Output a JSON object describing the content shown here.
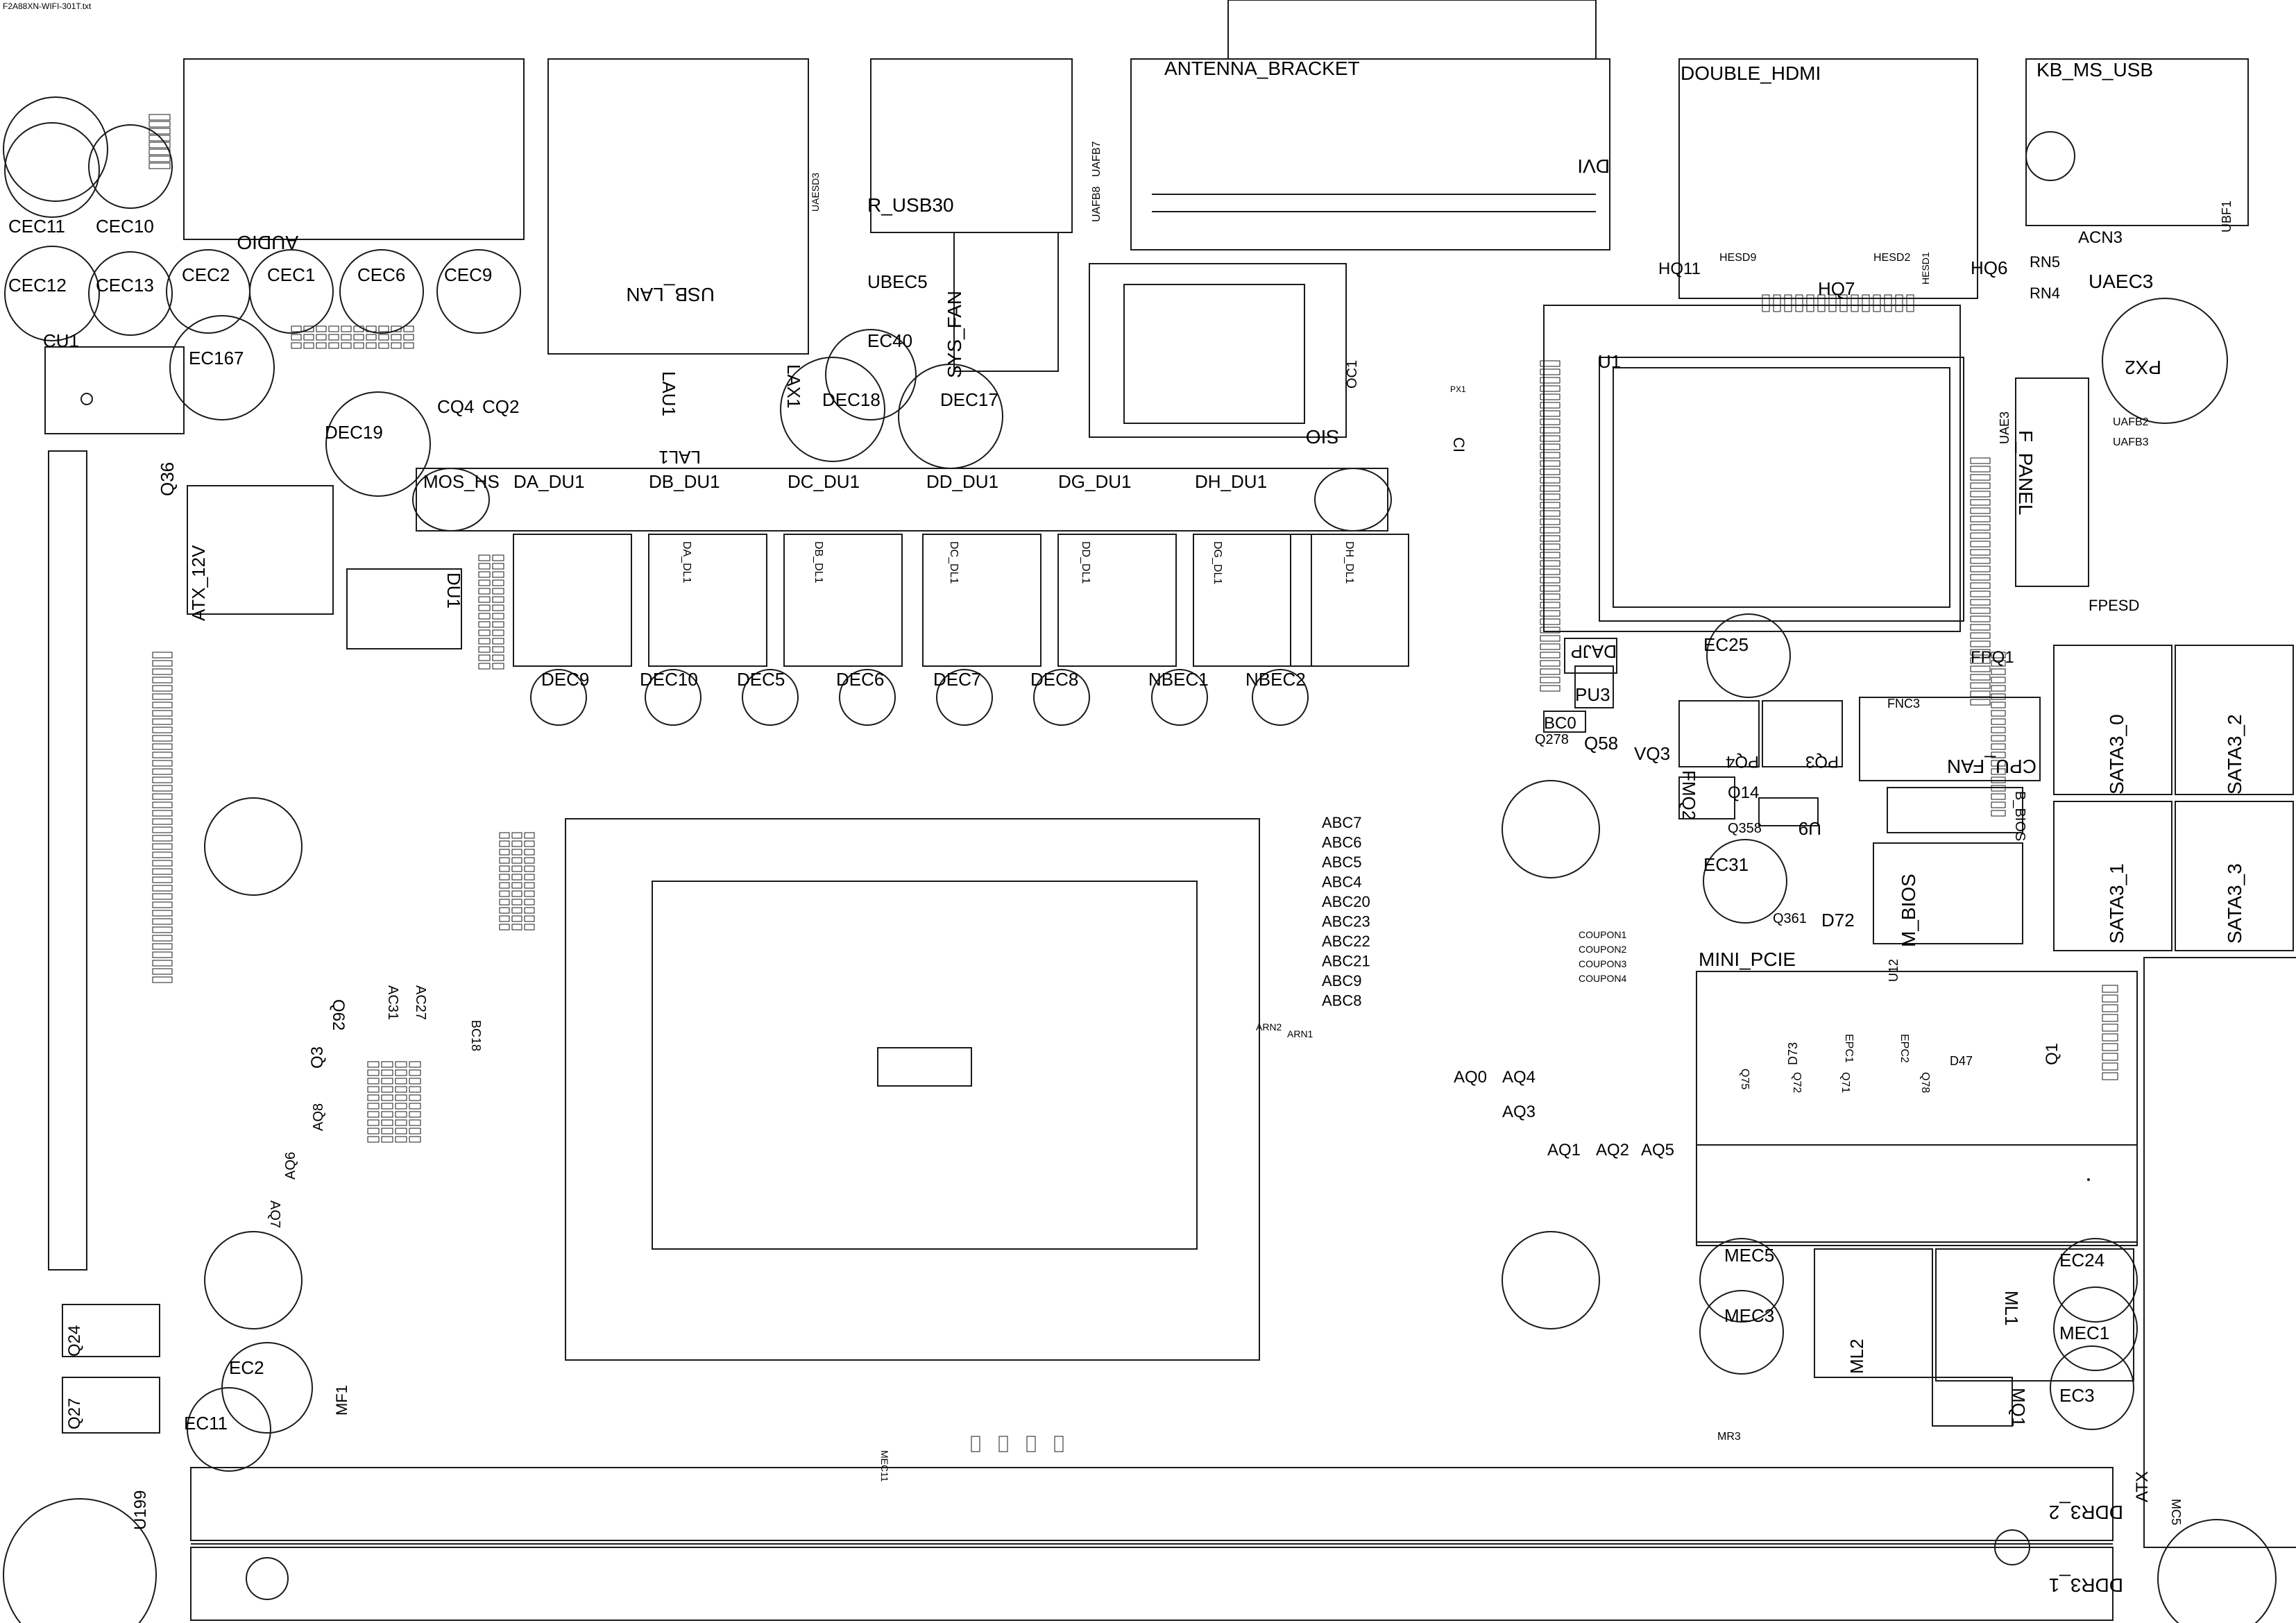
{
  "file_title": "F2A88XN-WIFI-301T.txt",
  "labels": {
    "antenna_bracket": "ANTENNA_BRACKET",
    "double_hdmi": "DOUBLE_HDMI",
    "kb_ms_usb": "KB_MS_USB",
    "audio": "AUDIO",
    "r_usb30": "R_USB30",
    "usb_lan": "USB_LAN",
    "dvi": "DVI",
    "sio": "SIO",
    "u1": "U1",
    "cu1": "CU1",
    "atx_12v": "ATX_12V",
    "du1": "DU1",
    "sys_fan": "SYS_FAN",
    "cpu_fan": "CPU_FAN",
    "f_panel": "F_PANEL",
    "sata3_0": "SATA3_0",
    "sata3_1": "SATA3_1",
    "sata3_2": "SATA3_2",
    "sata3_3": "SATA3_3",
    "mini_pcie": "MINI_PCIE",
    "m_bios": "M_BIOS",
    "b_bios": "B_BIOS",
    "ddr3_1": "DDR3_1",
    "ddr3_2": "DDR3_2",
    "atx": "ATX",
    "ml1": "ML1",
    "ml2": "ML2",
    "mq1": "MQ1",
    "mec1": "MEC1",
    "mec3": "MEC3",
    "mec5": "MEC5",
    "ec24": "EC24",
    "ec3": "EC3",
    "cec11": "CEC11",
    "cec10": "CEC10",
    "cec12": "CEC12",
    "cec13": "CEC13",
    "cec2": "CEC2",
    "cec1": "CEC1",
    "cec6": "CEC6",
    "cec9": "CEC9",
    "ec167": "EC167",
    "dec19": "DEC19",
    "dec18": "DEC18",
    "dec17": "DEC17",
    "ec40": "EC40",
    "ubec5": "UBEC5",
    "lax1": "LAX1",
    "lau1": "LAU1",
    "lal1": "LAL1",
    "cq4": "CQ4",
    "cq2": "CQ2",
    "q36": "Q36",
    "da_du1": "DA_DU1",
    "db_du1": "DB_DU1",
    "dc_du1": "DC_DU1",
    "dd_du1": "DD_DU1",
    "dg_du1": "DG_DU1",
    "dh_du1": "DH_DU1",
    "da_dl1": "DA_DL1",
    "db_dl1": "DB_DL1",
    "dc_dl1": "DC_DL1",
    "dd_dl1": "DD_DL1",
    "dg_dl1": "DG_DL1",
    "dh_dl1": "DH_DL1",
    "dec9": "DEC9",
    "dec10": "DEC10",
    "dec5": "DEC5",
    "dec6": "DEC6",
    "dec7": "DEC7",
    "dec8": "DEC8",
    "nbec1": "NBEC1",
    "nbec2": "NBEC2",
    "mos_hs": "MOS_HS",
    "hq11": "HQ11",
    "hq7": "HQ7",
    "hq6": "HQ6",
    "rn5": "RN5",
    "rn4": "RN4",
    "acn3": "ACN3",
    "uaec3": "UAEC3",
    "px2": "PX2",
    "ubf1": "UBF1",
    "ec25": "EC25",
    "daap": "DAJP",
    "pu3": "PU3",
    "bc0": "BC0",
    "q58": "Q58",
    "q278": "Q278",
    "vq3": "VQ3",
    "pq4": "PQ4",
    "pq3": "PQ3",
    "fnc3": "FNC3",
    "fpq1": "FPQ1",
    "fpesd": "FPESD",
    "q14": "Q14",
    "q358": "Q358",
    "u9": "U9",
    "ec31": "EC31",
    "d72": "D72",
    "q361": "Q361",
    "fmq2": "FMQ2",
    "u12": "U12",
    "q1": "Q1",
    "q62": "Q62",
    "q3": "Q3",
    "aq8": "AQ8",
    "aq6": "AQ6",
    "aq7": "AQ7",
    "ac31": "AC31",
    "ac27": "AC27",
    "bc18": "BC18",
    "aq0": "AQ0",
    "aq4": "AQ4",
    "aq3": "AQ3",
    "aq1": "AQ1",
    "aq2": "AQ2",
    "aq5": "AQ5",
    "q24": "Q24",
    "q27": "Q27",
    "ec2": "EC2",
    "ec11": "EC11",
    "mf1": "MF1",
    "u199": "U199",
    "abc7": "ABC7",
    "abc6": "ABC6",
    "abc5": "ABC5",
    "abc4": "ABC4",
    "abc20": "ABC20",
    "abc23": "ABC23",
    "abc22": "ABC22",
    "abc21": "ABC21",
    "abc9": "ABC9",
    "abc8": "ABC8",
    "coupon1": "COUPON1",
    "coupon2": "COUPON2",
    "coupon3": "COUPON3",
    "coupon4": "COUPON4",
    "uafb8": "UAFB8",
    "uafb7": "UAFB7",
    "uaesd3": "UAESD3",
    "hesd9": "HESD9",
    "hesd2": "HESD2",
    "hesd1": "HESD1",
    "uafb2": "UAFB2",
    "uafb3": "UAFB3",
    "uae3": "UAE3",
    "d47": "D47",
    "d73": "D73",
    "q75": "Q75",
    "q72": "Q72",
    "q71": "Q71",
    "q78": "Q78",
    "epc1": "EPC1",
    "epc2": "EPC2",
    "mr3": "MR3",
    "mec11": "MEC11",
    "arn1": "ARN1",
    "arn2": "ARN2",
    "px1": "PX1",
    "ci": "CI",
    "oc1": "OC1",
    "mc5": "MC5"
  },
  "colors": {
    "stroke": "#1a1a1a",
    "background": "#ffffff",
    "text": "#000000"
  }
}
